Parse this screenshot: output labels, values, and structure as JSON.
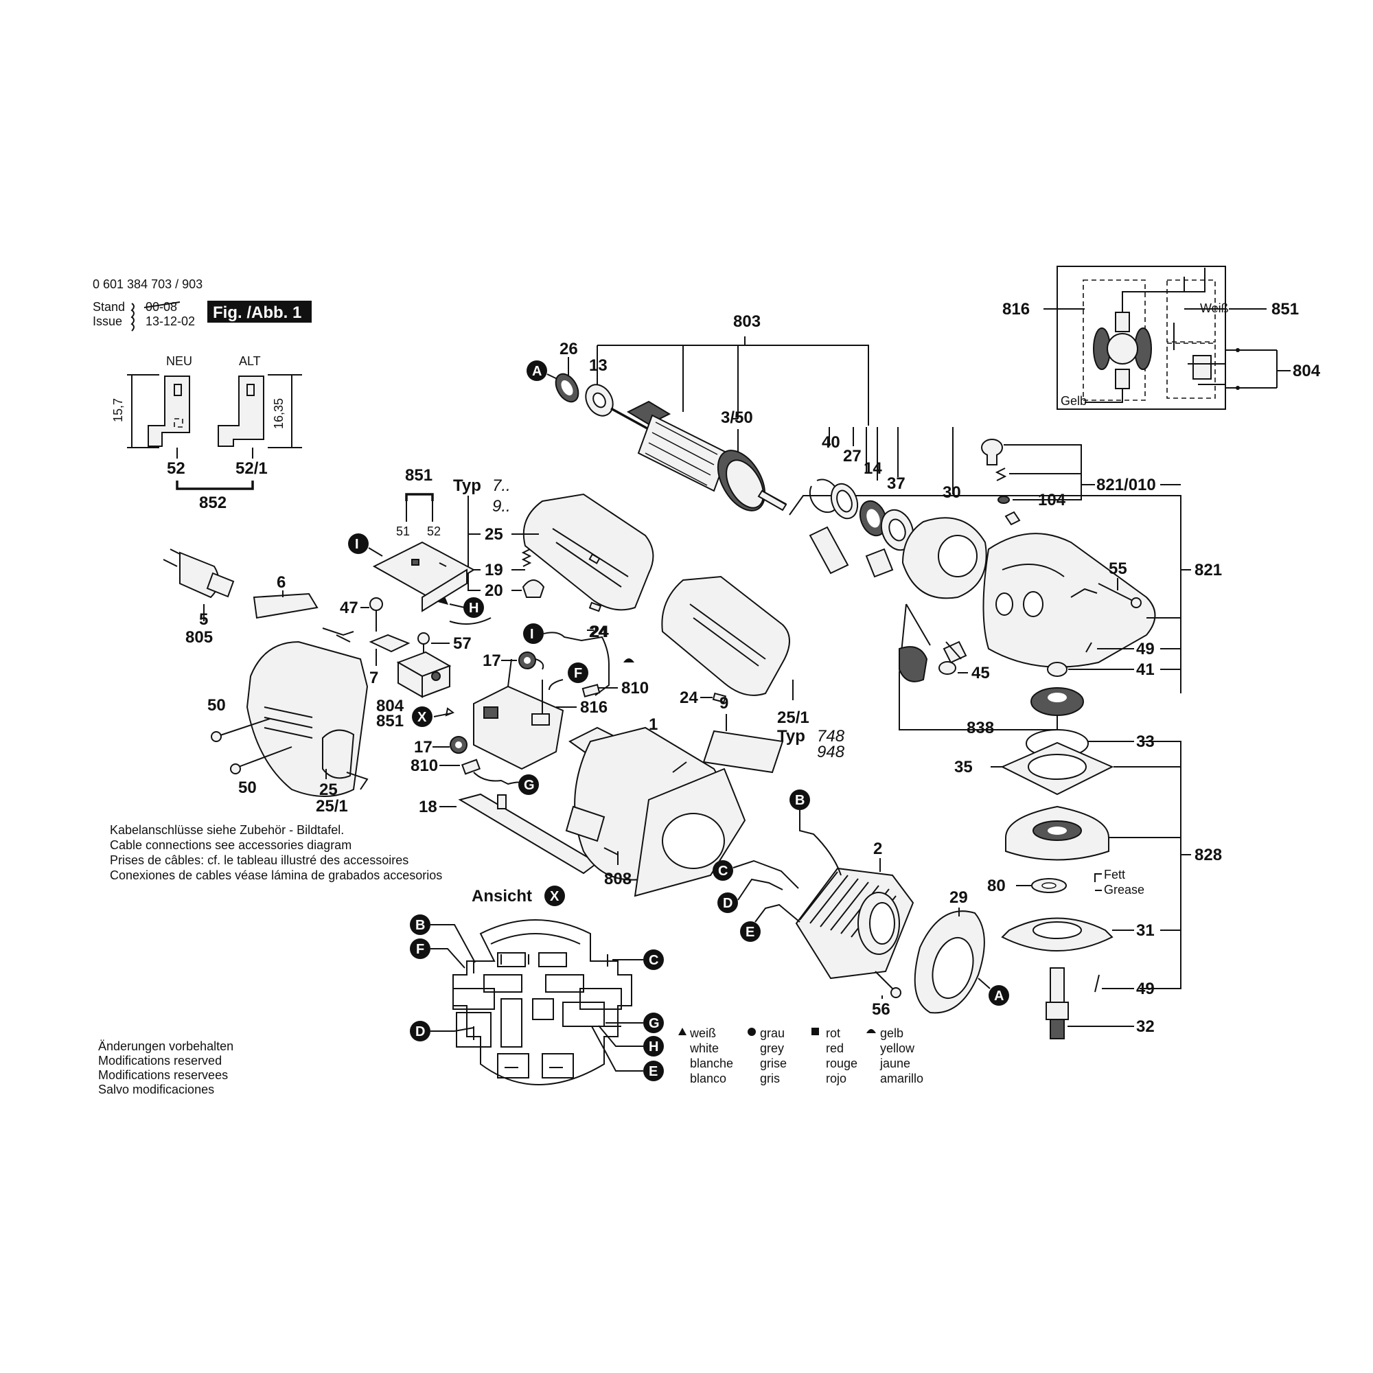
{
  "header": {
    "doc_number": "0 601 384 703 / 903",
    "stand_label": "Stand",
    "issue_label": "Issue",
    "old_date": "00-08",
    "date": "13-12-02",
    "figure_label": "Fig. /Abb. 1"
  },
  "tabs": {
    "neu": "NEU",
    "alt": "ALT",
    "dim_neu": "15,7",
    "dim_alt": "16,35"
  },
  "part_numbers": {
    "p1": "1",
    "p2": "2",
    "p3_50": "3/50",
    "p5": "5",
    "p6": "6",
    "p7": "7",
    "p9": "9",
    "p13": "13",
    "p14": "14",
    "p17a": "17",
    "p17b": "17",
    "p18": "18",
    "p19": "19",
    "p20": "20",
    "p24a": "24",
    "p24b": "24",
    "p25a": "25",
    "p25b": "25",
    "p25_1a": "25/1",
    "p25_1b": "25/1",
    "p26": "26",
    "p27": "27",
    "p29": "29",
    "p30": "30",
    "p31": "31",
    "p32": "32",
    "p33": "33",
    "p35": "35",
    "p37": "37",
    "p40": "40",
    "p41": "41",
    "p45": "45",
    "p47": "47",
    "p49a": "49",
    "p49b": "49",
    "p50a": "50",
    "p50b": "50",
    "p51": "51",
    "p52": "52",
    "p52_1": "52/1",
    "p52b": "52",
    "p55": "55",
    "p56": "56",
    "p57": "57",
    "p80": "80",
    "p104": "104",
    "p803": "803",
    "p804a": "804",
    "p804b": "804",
    "p805": "805",
    "p808": "808",
    "p810a": "810",
    "p810b": "810",
    "p816a": "816",
    "p816b": "816",
    "p821": "821",
    "p821_010": "821/010",
    "p828": "828",
    "p838": "838",
    "p851a": "851",
    "p851b": "851",
    "p851c": "851",
    "p852": "852"
  },
  "typ": {
    "label_top": "Typ",
    "top_1": "7..",
    "top_2": "9..",
    "label_bottom": "Typ",
    "bottom_1": "748",
    "bottom_2": "948"
  },
  "schematic": {
    "weiss": "Weiß",
    "gelb": "Gelb"
  },
  "grease": {
    "fett": "Fett",
    "grease": "Grease"
  },
  "view": {
    "label": "Ansicht",
    "marker": "X"
  },
  "markers": {
    "A": "A",
    "B": "B",
    "C": "C",
    "D": "D",
    "E": "E",
    "F": "F",
    "G": "G",
    "H": "H",
    "I": "I",
    "X": "X"
  },
  "cable_note": [
    "Kabelanschlüsse siehe Zubehör - Bildtafel.",
    "Cable connections see accessories diagram",
    "Prises de câbles: cf. le tableau illustré des accessoires",
    "Conexiones de cables véase lámina de grabados accesorios"
  ],
  "modifications": [
    "Änderungen vorbehalten",
    "Modifications reserved",
    "Modifications reservees",
    "Salvo modificaciones"
  ],
  "legend": {
    "weiss": [
      "weiß",
      "white",
      "blanche",
      "blanco"
    ],
    "grau": [
      "grau",
      "grey",
      "grise",
      "gris"
    ],
    "rot": [
      "rot",
      "red",
      "rouge",
      "rojo"
    ],
    "gelb": [
      "gelb",
      "yellow",
      "jaune",
      "amarillo"
    ]
  }
}
